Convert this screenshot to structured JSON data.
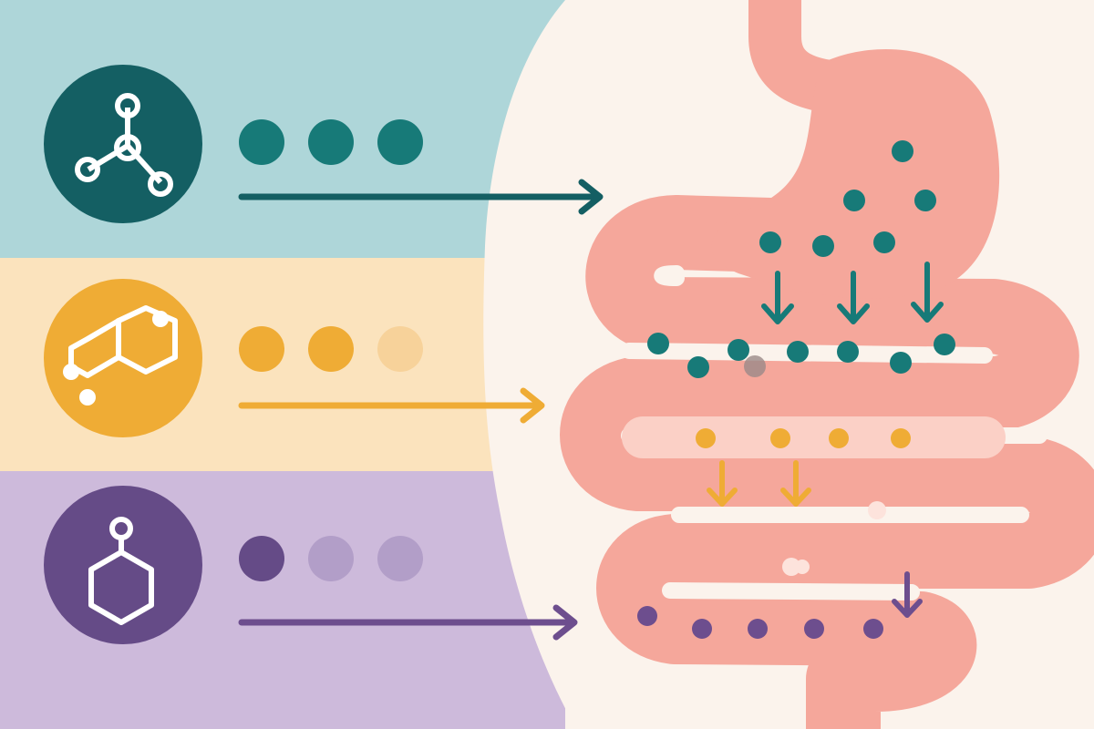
{
  "colors": {
    "background": "#fbf3ec",
    "teal_band": "#aed6d9",
    "yellow_band": "#fbe3bd",
    "purple_band": "#cdbadb",
    "teal": "#177a78",
    "teal_dark": "#145f63",
    "yellow": "#efac35",
    "yellow_light": "#f7d29a",
    "purple": "#6d4e8e",
    "purple_light": "#b29ec8",
    "purple_circle": "#654b87",
    "organ": "#f5a79b",
    "organ_inner": "#fbd0c6"
  },
  "rows": [
    {
      "id": "teal",
      "icon": "branched-molecule-icon",
      "dots": [
        "filled",
        "filled",
        "filled"
      ],
      "absorption": "stomach"
    },
    {
      "id": "yellow",
      "icon": "fused-hexagon-molecule-icon",
      "dots": [
        "filled",
        "filled",
        "faded"
      ],
      "absorption": "upper-intestine"
    },
    {
      "id": "purple",
      "icon": "hexagon-hydroxyl-molecule-icon",
      "dots": [
        "filled",
        "faded",
        "faded"
      ],
      "absorption": "lower-intestine"
    }
  ]
}
